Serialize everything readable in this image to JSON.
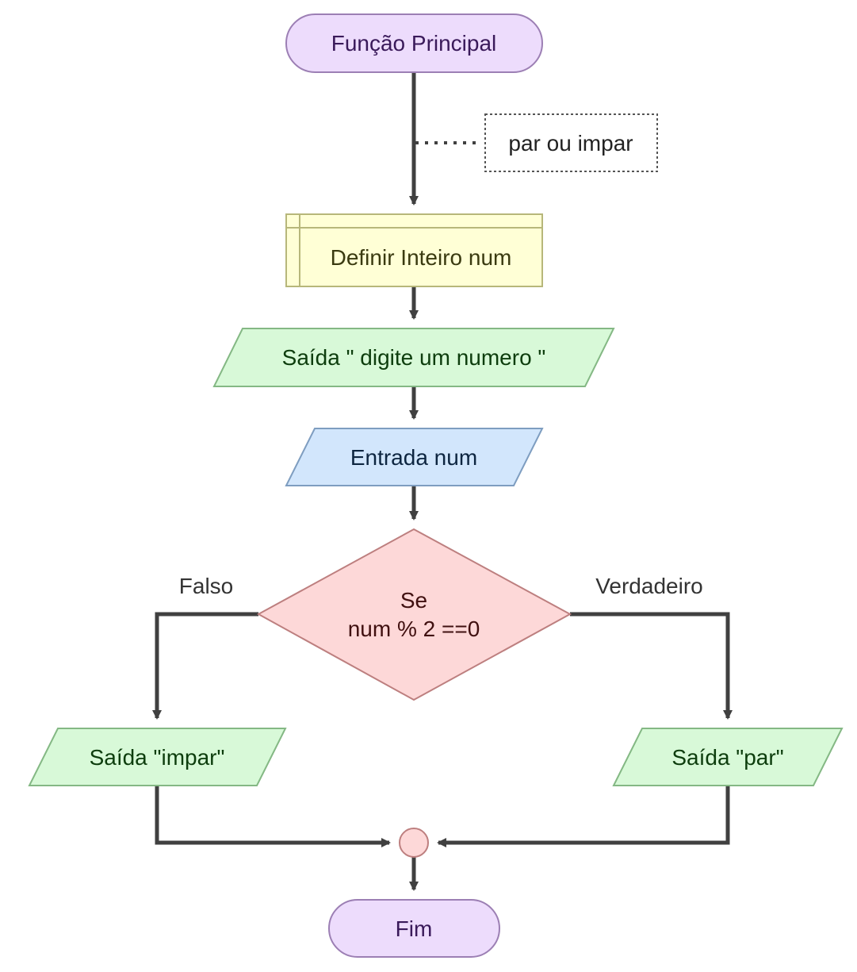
{
  "nodes": {
    "start": {
      "label": "Função Principal"
    },
    "comment": {
      "label": "par ou impar"
    },
    "declare": {
      "label": "Definir Inteiro num"
    },
    "output_prompt": {
      "label": "Saída \" digite um numero \""
    },
    "input": {
      "label": "Entrada num"
    },
    "decision": {
      "line1": "Se",
      "line2": "num % 2 ==0"
    },
    "output_odd": {
      "label": "Saída \"impar\""
    },
    "output_even": {
      "label": "Saída \"par\""
    },
    "end": {
      "label": "Fim"
    }
  },
  "edge_labels": {
    "false_branch": "Falso",
    "true_branch": "Verdadeiro"
  },
  "colors": {
    "terminal_fill": "#eddcfc",
    "terminal_stroke": "#9c7fb4",
    "terminal_text": "#3a1a5a",
    "declare_fill": "#ffffd6",
    "declare_stroke": "#b7b77a",
    "declare_text": "#3a3a10",
    "output_fill": "#d8f9d8",
    "output_stroke": "#84b884",
    "output_text": "#0d3d0d",
    "input_fill": "#d2e6fc",
    "input_stroke": "#7e9dc0",
    "input_text": "#0d2540",
    "decision_fill": "#fdd8d8",
    "decision_stroke": "#bd7f7f",
    "decision_text": "#401010",
    "connector_fill": "#fdd8d8",
    "connector_stroke": "#bd7f7f",
    "comment_stroke": "#555555",
    "comment_text": "#222222",
    "edge": "#404040",
    "edge_label": "#333333"
  }
}
